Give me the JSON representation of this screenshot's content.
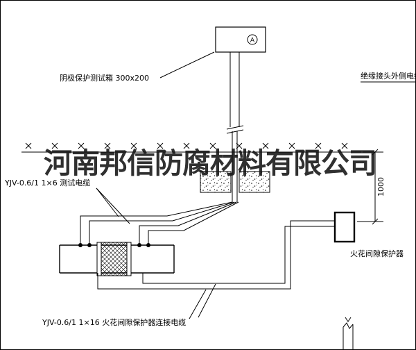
{
  "diagram": {
    "watermark": "河南邦信防腐材料有限公司",
    "labels": {
      "test_box": "阴极保护测试箱 300x200",
      "insulated_joint_cable": "绝缘接头外侧电缆",
      "test_cable": "YJV-0.6/1 1×6  测试电缆",
      "spark_gap_protector": "火花间隙保护器",
      "connect_cable": "YJV-0.6/1 1×16  火花间隙保护器连接电缆",
      "dimension_1000": "1000",
      "terminal_a": "A"
    },
    "colors": {
      "line": "#000000",
      "background": "#ffffff",
      "watermark": "#141414"
    }
  }
}
